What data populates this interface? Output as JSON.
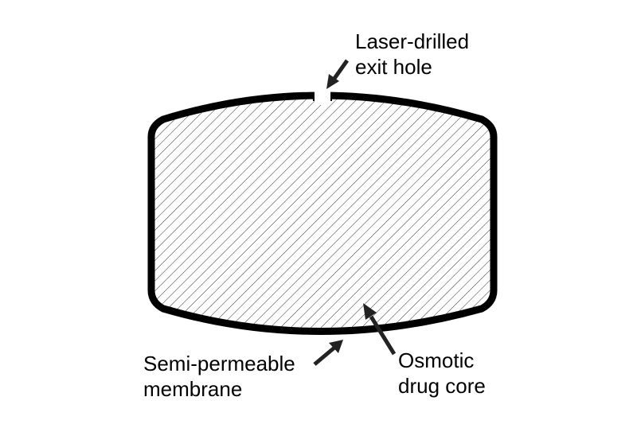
{
  "labels": {
    "exit_hole": {
      "line1": "Laser-drilled",
      "line2": "exit hole"
    },
    "membrane": {
      "line1": "Semi-permeable",
      "line2": "membrane"
    },
    "core": {
      "line1": "Osmotic",
      "line2": "drug core"
    }
  },
  "colors": {
    "outline": "#000000",
    "hatch": "#333333",
    "background": "#ffffff"
  }
}
